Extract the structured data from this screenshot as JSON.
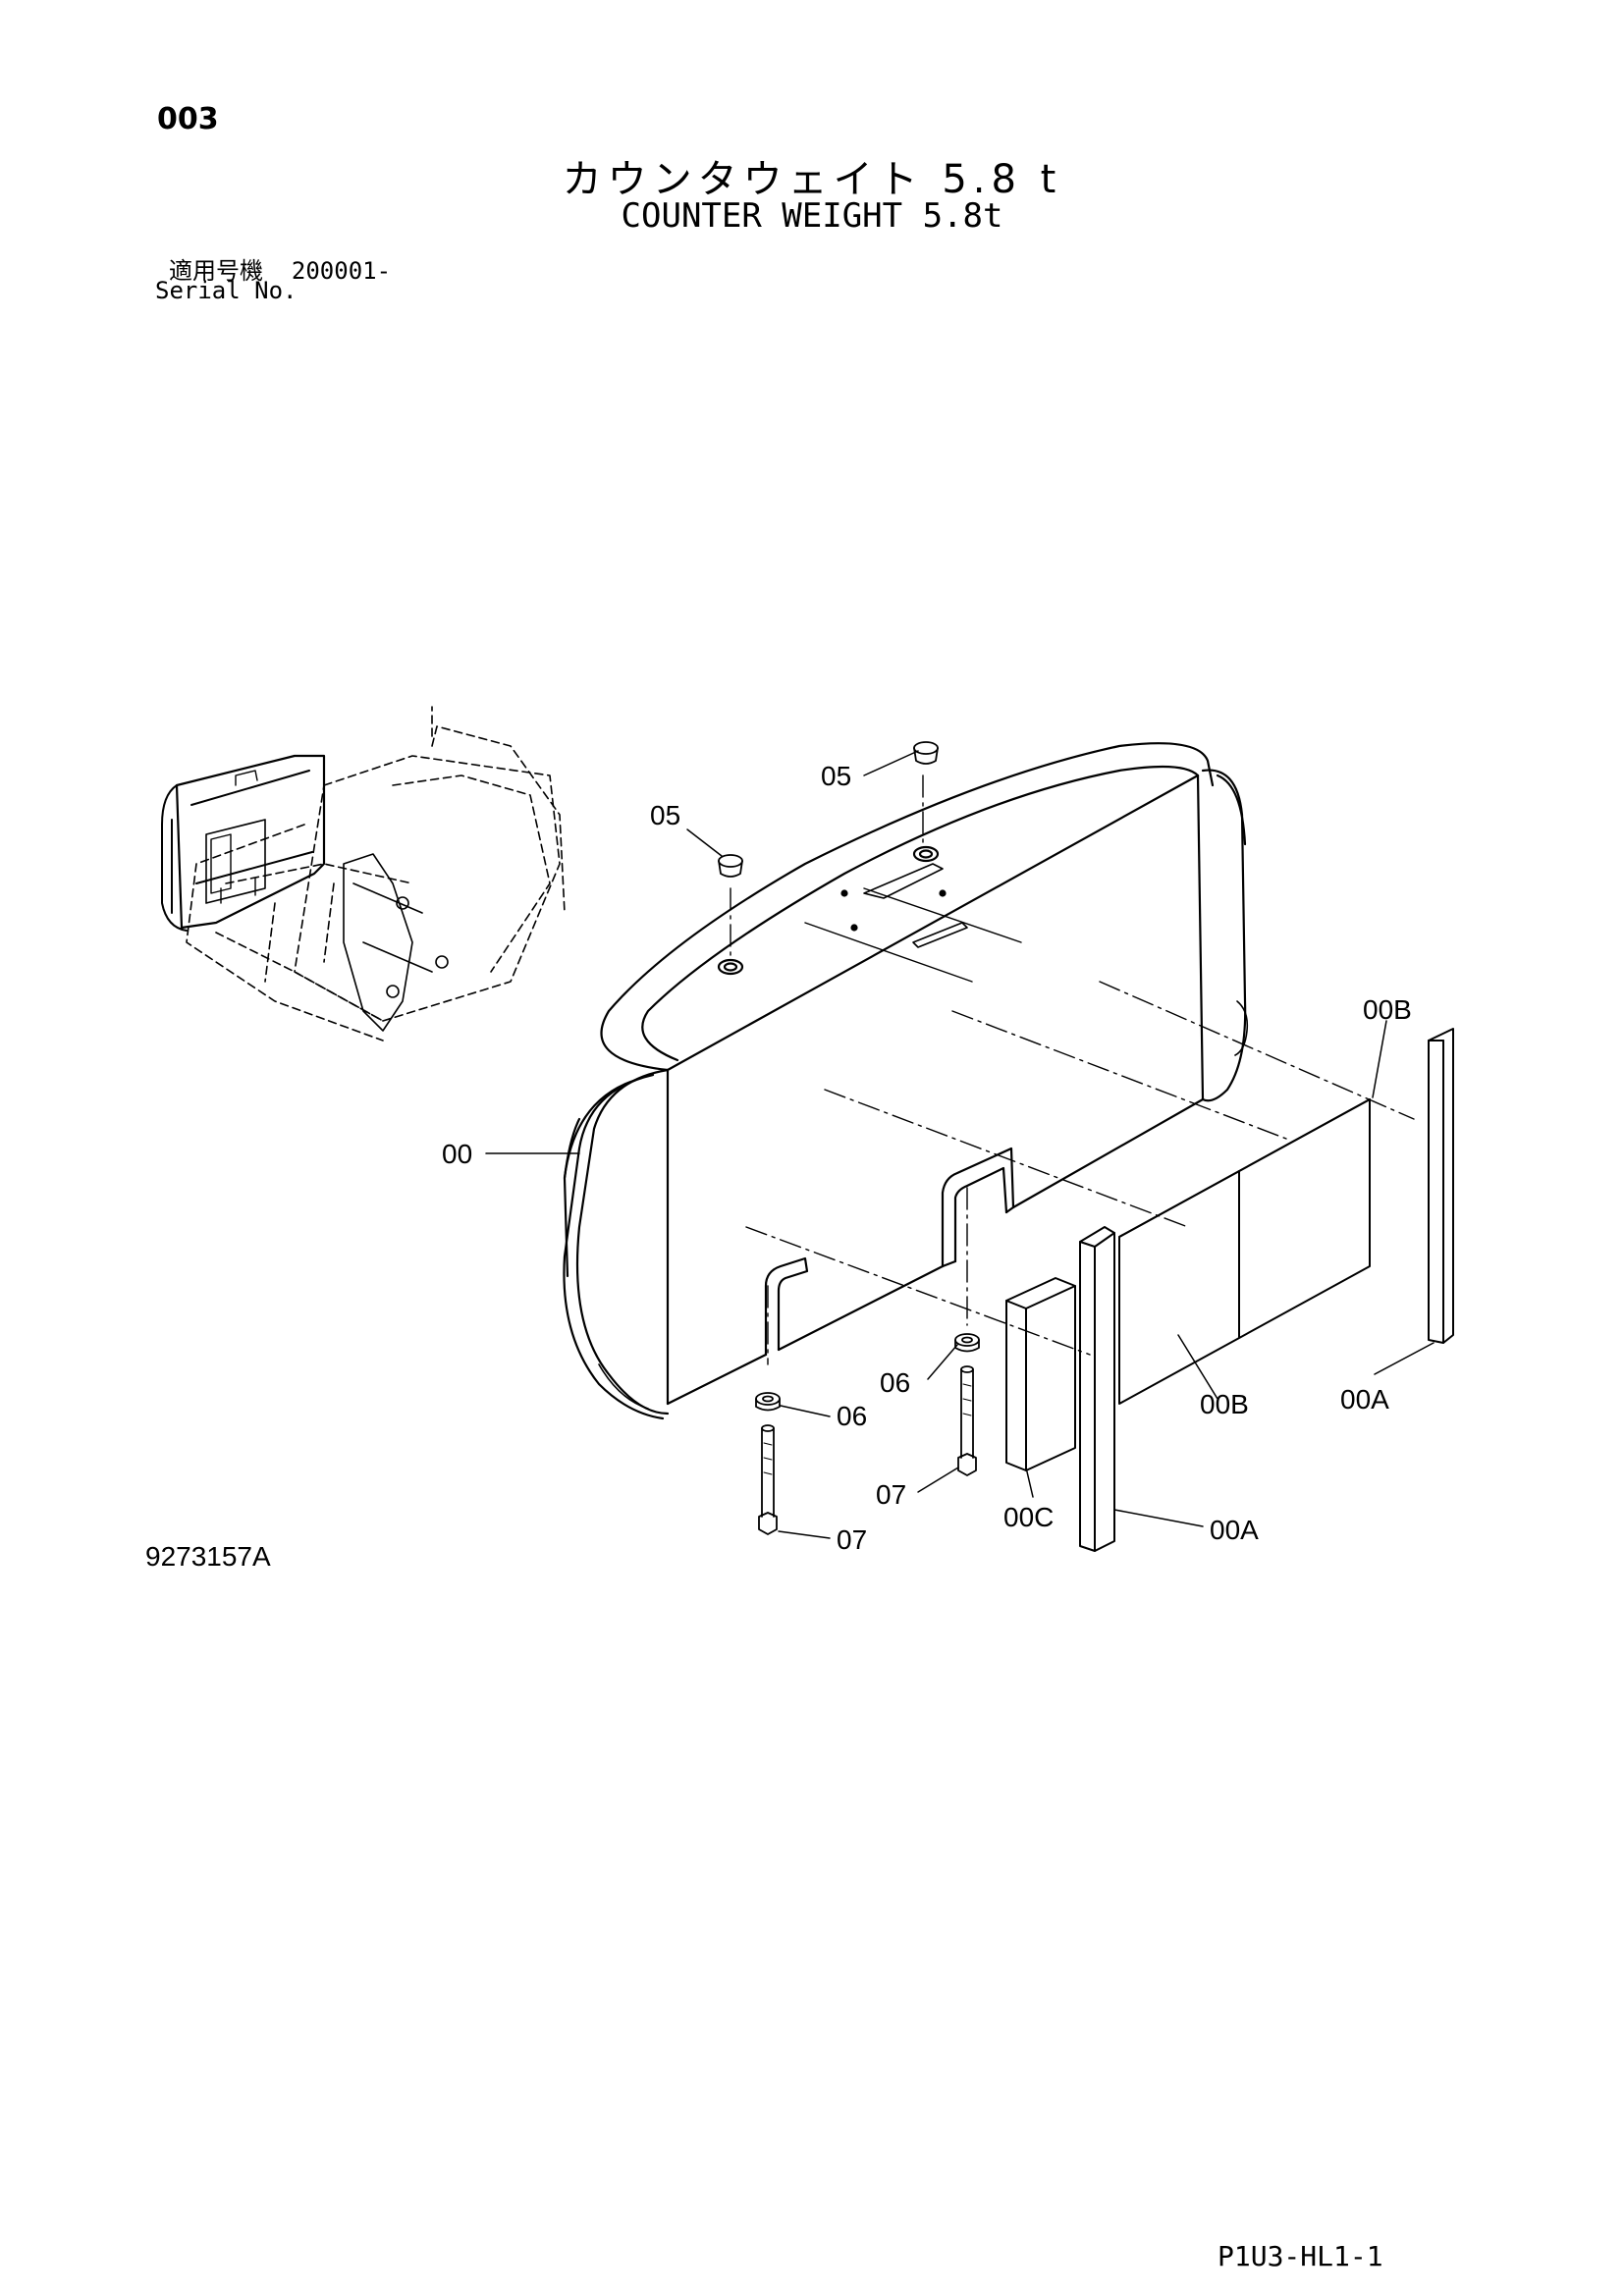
{
  "header": {
    "page_number": "003",
    "title_jp": "カウンタウェイト 5.8 t",
    "title_en": "COUNTER WEIGHT 5.8t",
    "serial_label_jp": "適用号機",
    "serial_value": "200001-",
    "serial_label_en": "Serial No."
  },
  "drawing_number": "9273157A",
  "footer_code": "P1U3-HL1-1",
  "callouts": {
    "bolt_cap_upper": "05",
    "bolt_cap_left": "05",
    "counterweight": "00",
    "spacer_b_upper": "00B",
    "spacer_b_lower": "00B",
    "plate_a_right": "00A",
    "plate_a_lower": "00A",
    "plate_c": "00C",
    "washer_right": "06",
    "washer_left": "06",
    "bolt_right": "07",
    "bolt_left": "07"
  }
}
